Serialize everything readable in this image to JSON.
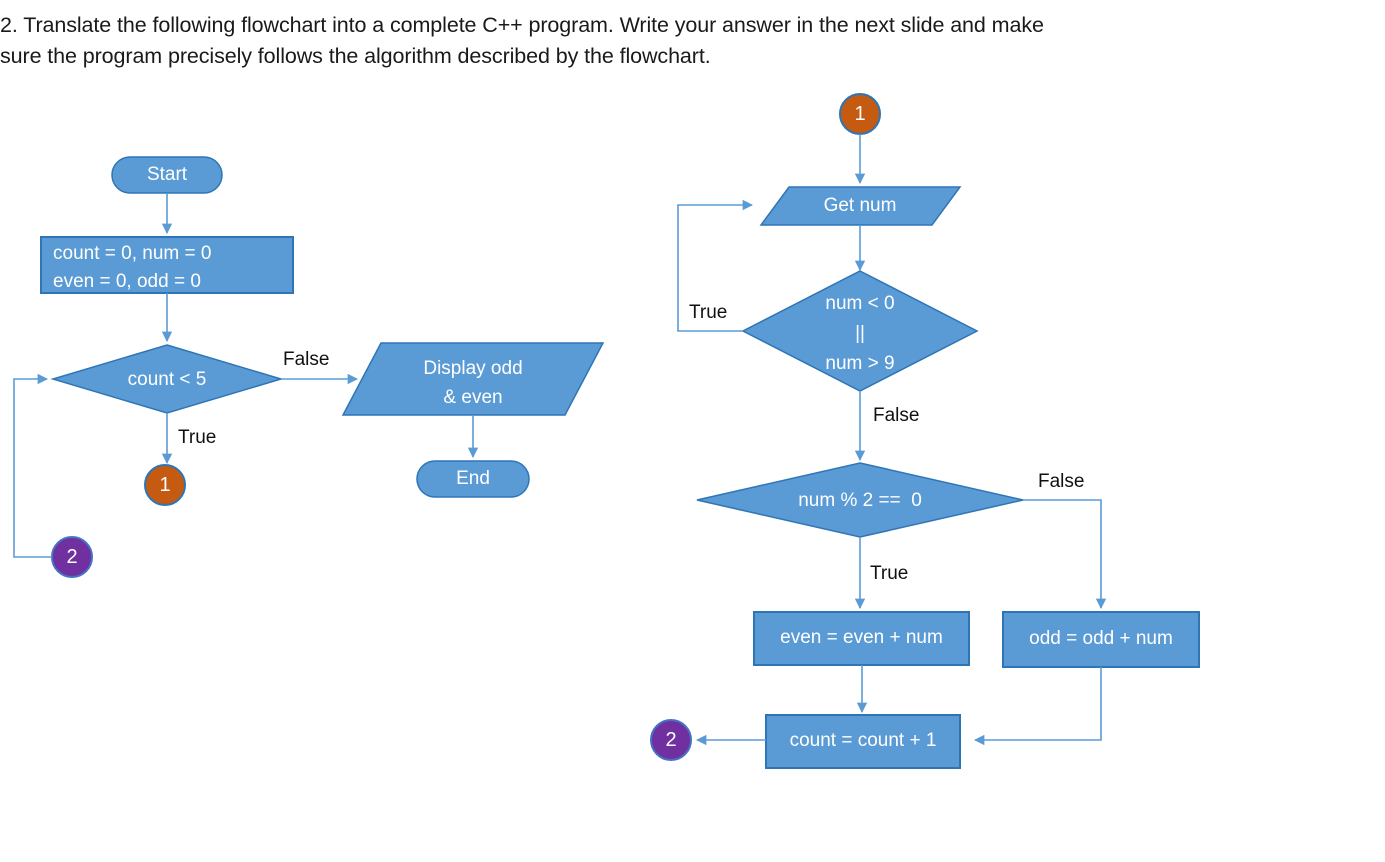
{
  "prompt": {
    "line1": "2. Translate the following flowchart into a complete C++ program. Write your answer in the next slide and make",
    "line2": "sure the program precisely follows the algorithm described by the flowchart."
  },
  "colors": {
    "node_fill": "#5B9BD5",
    "node_stroke": "#2E75B6",
    "connector_orange_fill": "#C55A11",
    "connector_orange_stroke": "#2E75B6",
    "connector_purple_fill": "#7030A0",
    "connector_purple_stroke": "#4472C4",
    "arrow_line": "#5B9BD5",
    "node_text": "#FFFFFF",
    "edge_text": "#111111",
    "page_background": "#FFFFFF"
  },
  "flowchart_left": {
    "title": "Main loop",
    "nodes": [
      {
        "id": "start",
        "type": "terminator",
        "label": "Start"
      },
      {
        "id": "init",
        "type": "process",
        "label": "count = 0, num = 0\neven = 0, odd = 0"
      },
      {
        "id": "cond",
        "type": "decision",
        "label": "count < 5"
      },
      {
        "id": "display",
        "type": "input-output",
        "label": "Display odd\n& even"
      },
      {
        "id": "end",
        "type": "terminator",
        "label": "End"
      },
      {
        "id": "conn1",
        "type": "connector",
        "label": "1",
        "color": "orange"
      },
      {
        "id": "conn2",
        "type": "connector",
        "label": "2",
        "color": "purple"
      }
    ],
    "edge_labels": {
      "cond_false": "False",
      "cond_true": "True"
    }
  },
  "flowchart_right": {
    "title": "Loop body",
    "nodes": [
      {
        "id": "conn1in",
        "type": "connector",
        "label": "1",
        "color": "orange"
      },
      {
        "id": "getnum",
        "type": "input-output",
        "label": "Get num"
      },
      {
        "id": "range",
        "type": "decision",
        "label": "num < 0\n||\nnum > 9"
      },
      {
        "id": "parity",
        "type": "decision",
        "label": "num % 2 ==  0"
      },
      {
        "id": "evensum",
        "type": "process",
        "label": "even = even + num"
      },
      {
        "id": "oddsum",
        "type": "process",
        "label": "odd = odd + num"
      },
      {
        "id": "countinc",
        "type": "process",
        "label": "count = count + 1"
      },
      {
        "id": "conn2out",
        "type": "connector",
        "label": "2",
        "color": "purple"
      }
    ],
    "edge_labels": {
      "range_true": "True",
      "range_false": "False",
      "parity_true": "True",
      "parity_false": "False"
    }
  }
}
